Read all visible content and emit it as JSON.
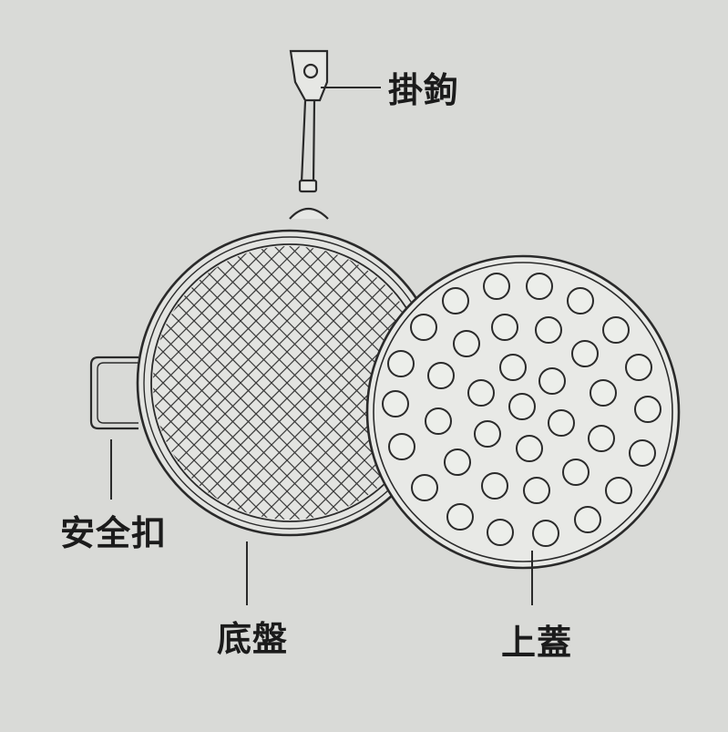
{
  "diagram": {
    "labels": {
      "hook": "掛鉤",
      "safety_clasp": "安全扣",
      "base_plate": "底盤",
      "top_lid": "上蓋"
    },
    "parts": [
      {
        "name": "hook"
      },
      {
        "name": "safety-clasp"
      },
      {
        "name": "base-plate",
        "pattern": "grid-mesh"
      },
      {
        "name": "top-lid",
        "pattern": "circular-holes"
      }
    ],
    "colors": {
      "background": "#d9dad7",
      "line": "#2a2a2a",
      "lid_fill": "#e8e9e6",
      "text": "#1b1b1b"
    }
  }
}
